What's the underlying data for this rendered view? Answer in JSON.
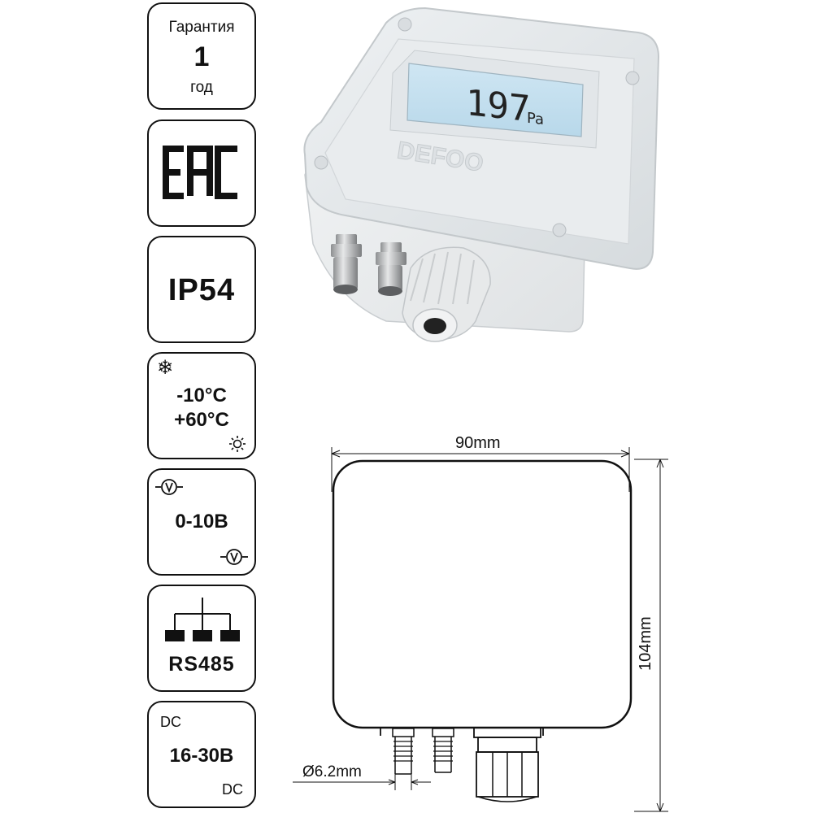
{
  "badges": {
    "warranty": {
      "line1": "Гарантия",
      "line2": "1",
      "line3": "год"
    },
    "cert": {
      "icon": "eac-mark-icon"
    },
    "protection": {
      "label": "IP54"
    },
    "temperature": {
      "min": "-10°C",
      "max": "+60°C"
    },
    "output": {
      "label": "0-10В"
    },
    "interface": {
      "label": "RS485"
    },
    "power": {
      "top": "DC",
      "label": "16-30В",
      "bottom": "DC"
    }
  },
  "device": {
    "display_value": "197",
    "display_unit": "Pa",
    "brand": "DEFOO"
  },
  "drawing": {
    "width_label": "90mm",
    "height_label": "104mm",
    "port_label": "Ø6.2mm"
  }
}
